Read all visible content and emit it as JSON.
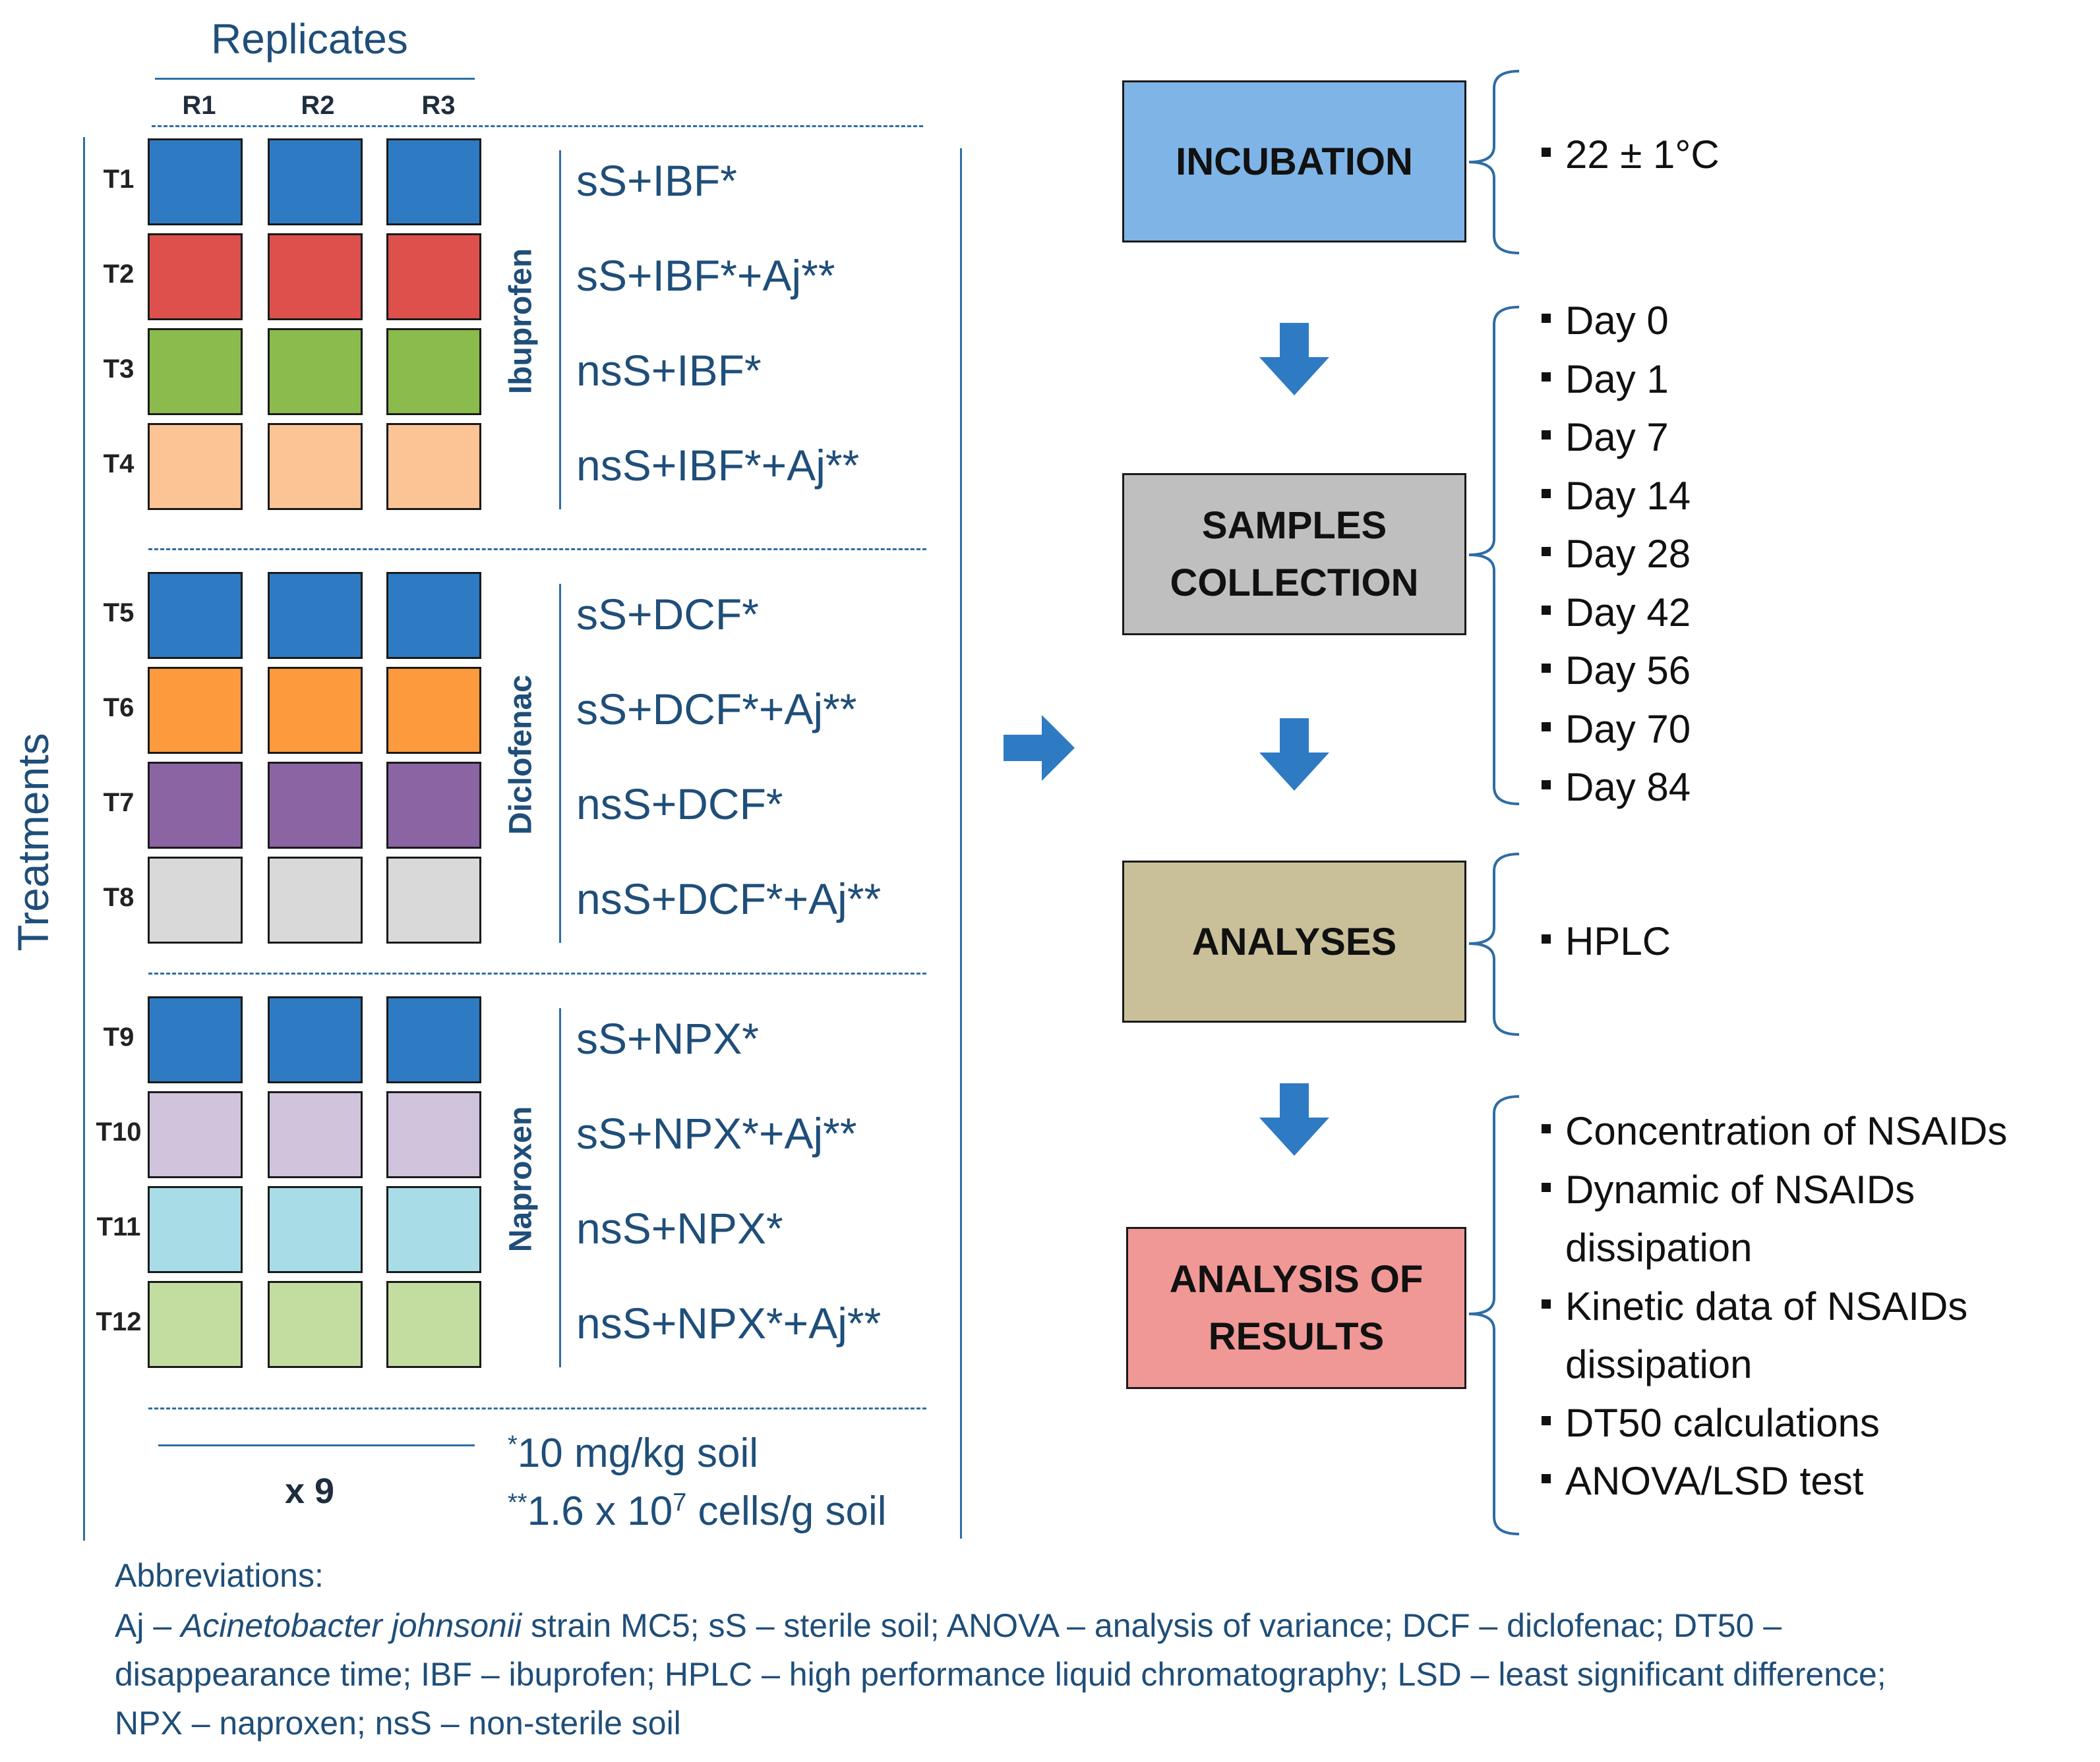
{
  "colors": {
    "blue": "#2e7bc4",
    "red": "#de504c",
    "green": "#8bbb4c",
    "peach": "#fcc394",
    "orange": "#fd9a3e",
    "purple": "#8b64a3",
    "lightgray": "#d9d9d9",
    "lavender": "#d0c3dc",
    "lightcyan": "#a8dde8",
    "lightgreen": "#c3dca0",
    "box_incubation": "#7fb4e6",
    "box_samples": "#bfbfbf",
    "box_analyses": "#c9c09a",
    "box_results": "#f09896",
    "arrow": "#2e7bc4",
    "text_blue": "#1f4e79"
  },
  "left": {
    "replicates_title": "Replicates",
    "replicate_labels": [
      "R1",
      "R2",
      "R3"
    ],
    "treatments_axis": "Treatments",
    "groups": [
      {
        "drug": "Ibuprofen",
        "rows": [
          {
            "id": "T1",
            "label": "sS+IBF*",
            "color": "blue"
          },
          {
            "id": "T2",
            "label": "sS+IBF*+Aj**",
            "color": "red"
          },
          {
            "id": "T3",
            "label": "nsS+IBF*",
            "color": "green"
          },
          {
            "id": "T4",
            "label": "nsS+IBF*+Aj**",
            "color": "peach"
          }
        ]
      },
      {
        "drug": "Diclofenac",
        "rows": [
          {
            "id": "T5",
            "label": "sS+DCF*",
            "color": "blue"
          },
          {
            "id": "T6",
            "label": "sS+DCF*+Aj**",
            "color": "orange"
          },
          {
            "id": "T7",
            "label": "nsS+DCF*",
            "color": "purple"
          },
          {
            "id": "T8",
            "label": "nsS+DCF*+Aj**",
            "color": "lightgray"
          }
        ]
      },
      {
        "drug": "Naproxen",
        "rows": [
          {
            "id": "T9",
            "label": "sS+NPX*",
            "color": "blue"
          },
          {
            "id": "T10",
            "label": "sS+NPX*+Aj**",
            "color": "lavender"
          },
          {
            "id": "T11",
            "label": "nsS+NPX*",
            "color": "lightcyan"
          },
          {
            "id": "T12",
            "label": "nsS+NPX*+Aj**",
            "color": "lightgreen"
          }
        ]
      }
    ],
    "multiplier": "x 9",
    "footnote1_mark": "*",
    "footnote1_text": "10 mg/kg soil",
    "footnote2_mark": "**",
    "footnote2_text": "1.6 x 10",
    "footnote2_exp": "7",
    "footnote2_tail": " cells/g soil"
  },
  "flow": {
    "boxes": [
      {
        "key": "incubation",
        "line1": "INCUBATION",
        "line2": ""
      },
      {
        "key": "samples",
        "line1": "SAMPLES",
        "line2": "COLLECTION"
      },
      {
        "key": "analyses",
        "line1": "ANALYSES",
        "line2": ""
      },
      {
        "key": "results",
        "line1": "ANALYSIS OF",
        "line2": "RESULTS"
      }
    ],
    "incubation_items": [
      "22 ± 1°C"
    ],
    "sampling_items": [
      "Day 0",
      "Day 1",
      "Day 7",
      "Day 14",
      "Day 28",
      "Day 42",
      "Day 56",
      "Day 70",
      "Day 84"
    ],
    "analyses_items": [
      "HPLC"
    ],
    "results_items": [
      {
        "bullet": true,
        "text": "Concentration  of NSAIDs"
      },
      {
        "bullet": true,
        "text": "Dynamic of NSAIDs"
      },
      {
        "bullet": false,
        "text": "dissipation"
      },
      {
        "bullet": true,
        "text": "Kinetic data of NSAIDs"
      },
      {
        "bullet": false,
        "text": "dissipation"
      },
      {
        "bullet": true,
        "text": "DT50 calculations"
      },
      {
        "bullet": true,
        "text": "ANOVA/LSD test"
      }
    ]
  },
  "abbreviations": {
    "title": "Abbreviations:",
    "line1_a": "Aj – ",
    "line1_italic": "Acinetobacter johnsonii",
    "line1_b": " strain MC5; sS – sterile soil; ANOVA – analysis of variance; DCF – diclofenac; DT50 –",
    "line2": "disappearance time; IBF – ibuprofen;  HPLC – high performance  liquid chromatography;  LSD – least significant difference;",
    "line3": "NPX – naproxen; nsS – non-sterile soil"
  }
}
